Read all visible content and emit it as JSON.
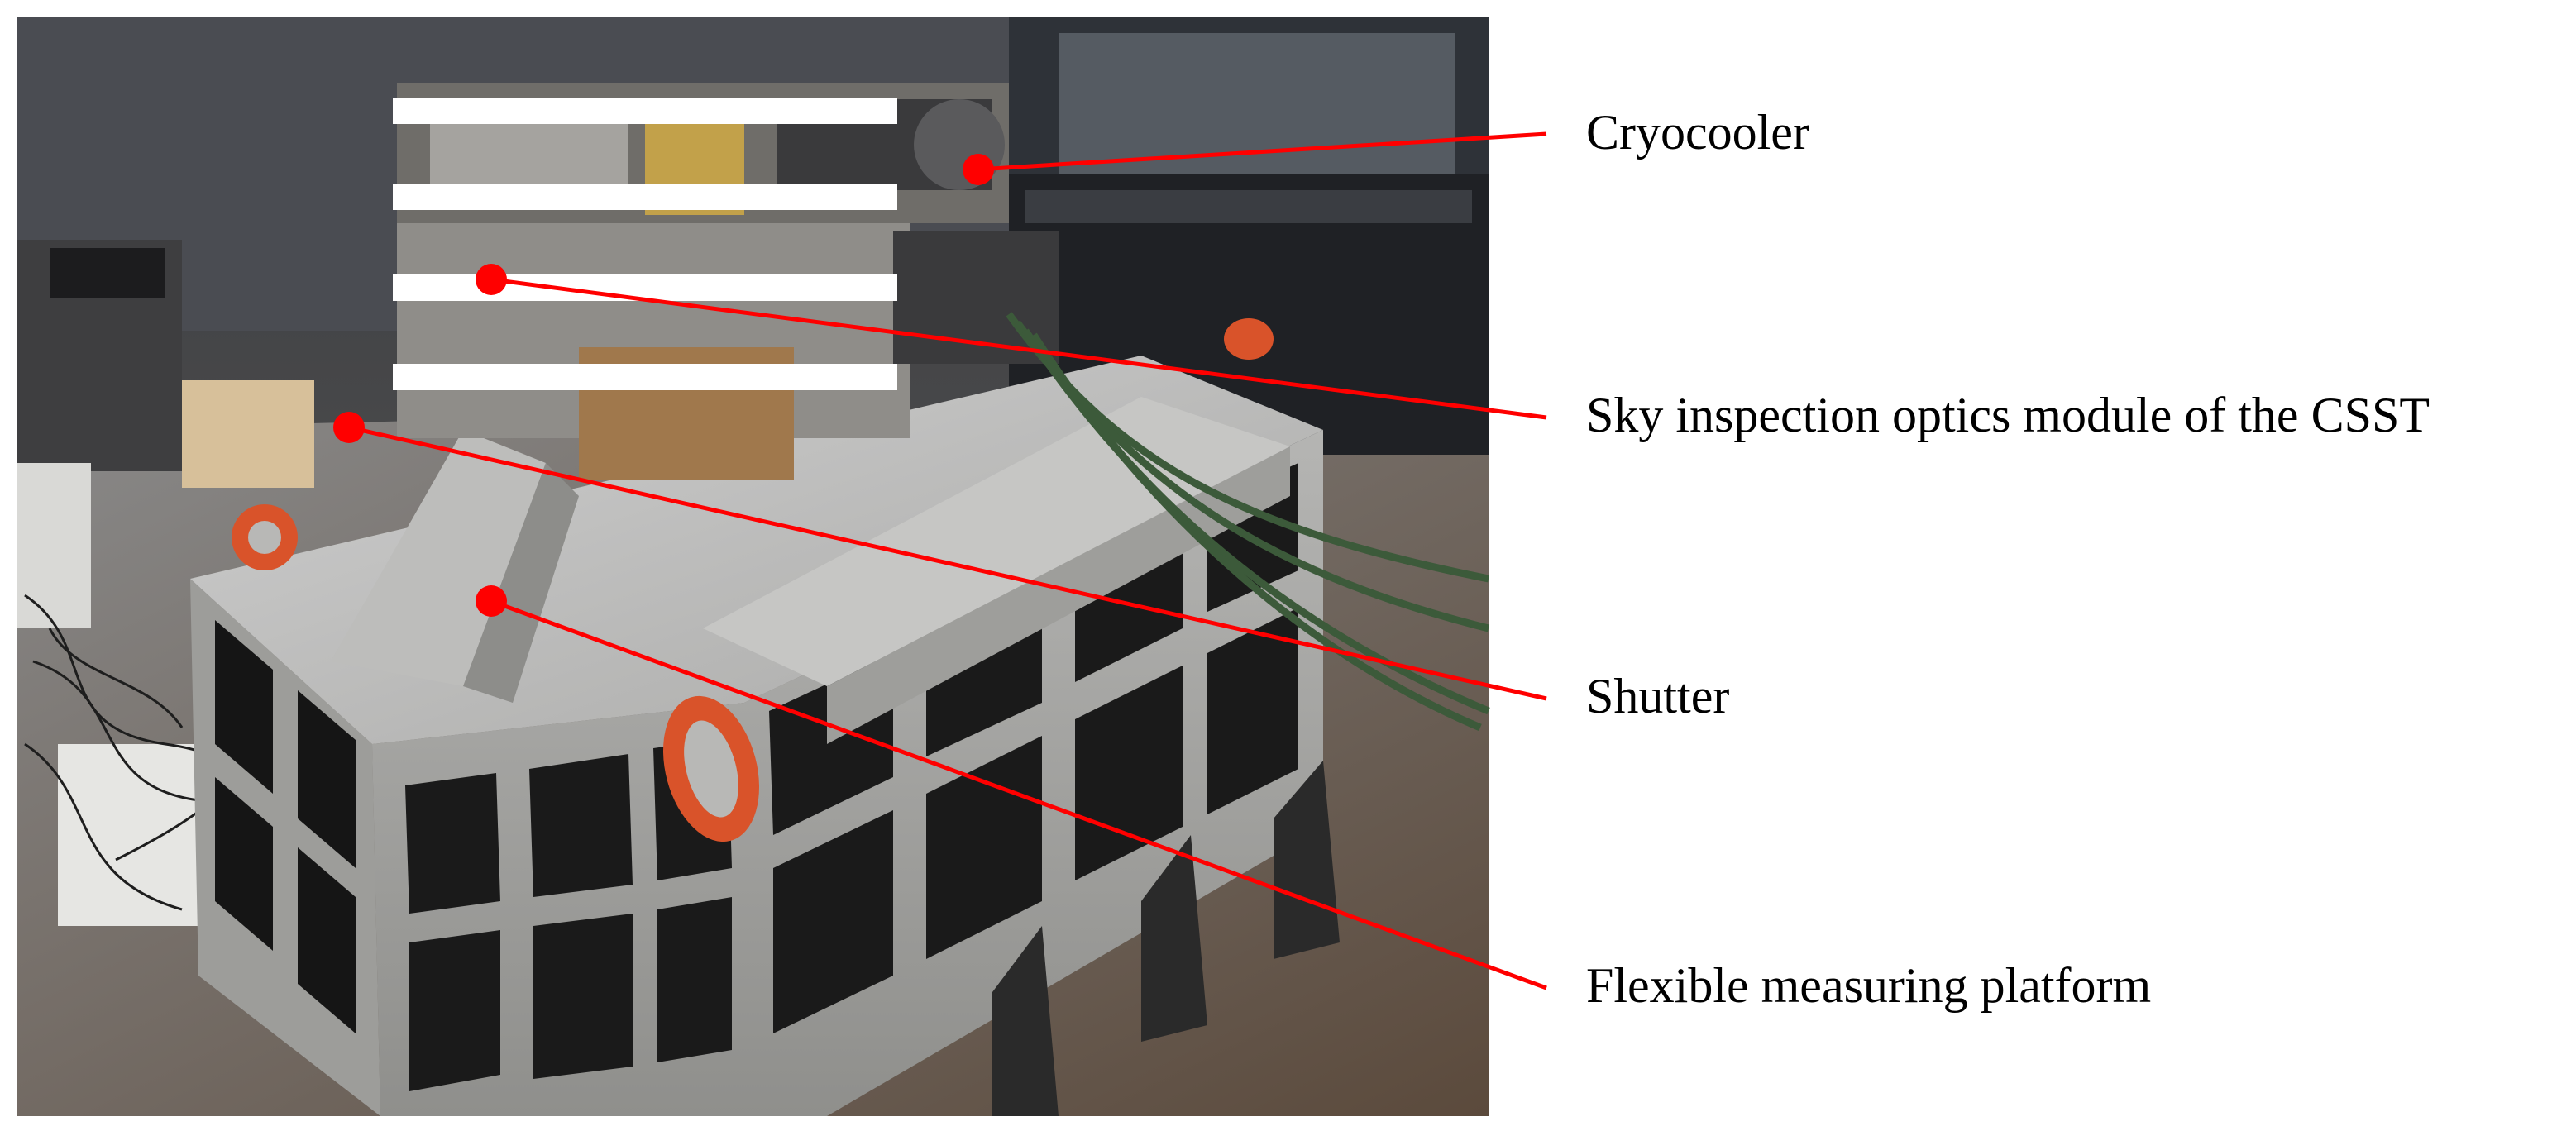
{
  "figure": {
    "image_description": "",
    "accent_color": "#ff0000",
    "callouts": [
      {
        "id": "cryocooler",
        "label": "Cryocooler"
      },
      {
        "id": "optics",
        "label": "Sky inspection optics module of the CSST"
      },
      {
        "id": "shutter",
        "label": "Shutter"
      },
      {
        "id": "platform",
        "label": "Flexible measuring platform"
      }
    ]
  }
}
